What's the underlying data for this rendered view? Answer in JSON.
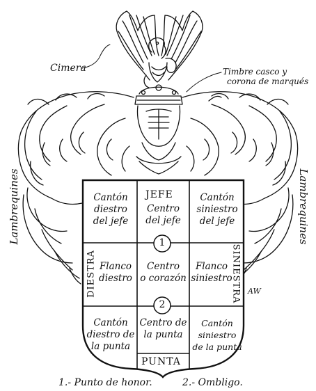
{
  "labels": {
    "cimera": "Cimera",
    "timbre_line1": "Timbre casco y",
    "timbre_line2": "corona de marqués",
    "lambrequines_left": "Lambrequines",
    "lambrequines_right": "Lambrequines"
  },
  "shield": {
    "top_left": "Cantón\ndiestro\ndel jefe",
    "top_center_caps": "JEFE",
    "top_center": "Centro\ndel jefe",
    "top_right": "Cantón\nsiniestro\ndel jefe",
    "mid_left": "Flanco\ndiestro",
    "mid_center": "Centro\no corazón",
    "mid_right": "Flanco\nsiniestro",
    "bottom_left": "Cantón\ndiestro de\nla punta",
    "bottom_center": "Centro de\nla punta",
    "bottom_right": "Cantón\nsiniestro\nde la punta",
    "bottom_caps": "PUNTA",
    "diestra": "DIESTRA",
    "siniestra": "SINIESTRA",
    "marker_1": "1",
    "marker_2": "2"
  },
  "caption": {
    "left": "1.- Punto de honor.",
    "right": "2.- Ombligo."
  },
  "signature": "AW"
}
